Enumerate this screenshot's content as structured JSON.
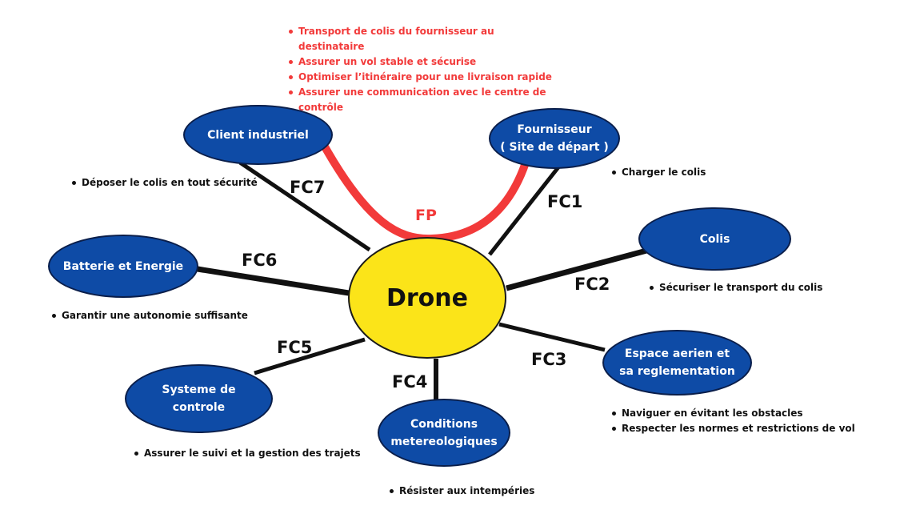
{
  "colors": {
    "node_fill": "#0e4ba6",
    "center_fill": "#fbe419",
    "fp_color": "#f23a3a",
    "line_color": "#111111"
  },
  "center": {
    "label": "Drone"
  },
  "fp": {
    "label": "FP",
    "items": [
      "Transport de colis du fournisseur au destinataire",
      "Assurer un vol stable et sécurise",
      "Optimiser l’itinéraire pour une livraison rapide",
      "Assurer une communication avec le centre de contrôle"
    ]
  },
  "nodes": {
    "client": {
      "label": "Client industriel",
      "fc": "FC7",
      "items": [
        "Déposer le colis en tout sécurité"
      ]
    },
    "fournisseur": {
      "label": "Fournisseur\n( Site de départ )",
      "fc": "FC1",
      "items": [
        "Charger le colis"
      ]
    },
    "colis": {
      "label": "Colis",
      "fc": "FC2",
      "items": [
        "Sécuriser le transport du colis"
      ]
    },
    "espace": {
      "label": "Espace aerien et\nsa reglementation",
      "fc": "FC3",
      "items": [
        "Naviguer en évitant les obstacles",
        "Respecter les normes et restrictions de vol"
      ]
    },
    "conditions": {
      "label": "Conditions\nmetereologiques",
      "fc": "FC4",
      "items": [
        "Résister aux intempéries"
      ]
    },
    "systeme": {
      "label": "Systeme de\ncontrole",
      "fc": "FC5",
      "items": [
        "Assurer le suivi et la gestion des trajets"
      ]
    },
    "batterie": {
      "label": "Batterie et Energie",
      "fc": "FC6",
      "items": [
        "Garantir une autonomie suffisante"
      ]
    }
  }
}
